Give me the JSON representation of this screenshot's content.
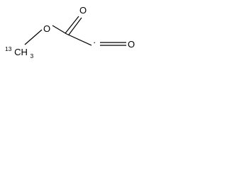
{
  "molecule": {
    "atoms": {
      "carbonyl_oxygen": "O",
      "ester_oxygen": "O",
      "ketene_oxygen": "O",
      "methyl_isotope": "13",
      "methyl_carbon": "CH",
      "methyl_hydrogen_count": "3",
      "radical_marker": "·"
    }
  }
}
